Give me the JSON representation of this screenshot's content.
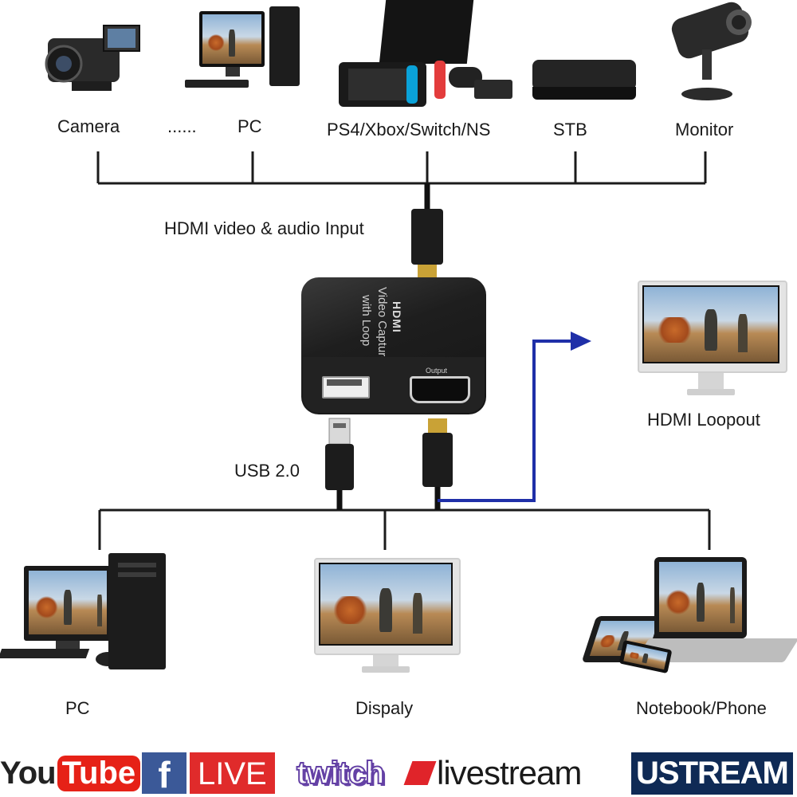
{
  "top_sources": [
    {
      "label": "Camera",
      "icon": "camera-icon"
    },
    {
      "label": "......",
      "icon": ""
    },
    {
      "label": "PC",
      "icon": "pc-icon"
    },
    {
      "label": "PS4/Xbox/Switch/NS",
      "icon": "game-console-icon"
    },
    {
      "label": "STB",
      "icon": "set-top-box-icon"
    },
    {
      "label": "Monitor",
      "icon": "security-camera-icon"
    }
  ],
  "connections": {
    "hdmi_input": "HDMI video & audio Input",
    "usb": "USB 2.0",
    "loopout": "HDMI Loopout"
  },
  "capture_device": {
    "title_line1": "Video Capture",
    "title_line2": "with Loop",
    "brand": "HDMI",
    "port_label": "Output"
  },
  "bottom_outputs": [
    {
      "label": "PC",
      "icon": "desktop-pc-icon"
    },
    {
      "label": "Dispaly",
      "icon": "display-icon"
    },
    {
      "label": "Notebook/Phone",
      "icon": "laptop-phone-icon"
    }
  ],
  "platforms": [
    {
      "name": "YouTube",
      "part1": "You",
      "part2": "Tube"
    },
    {
      "name": "Facebook Live",
      "part1": "f",
      "part2": "LIVE"
    },
    {
      "name": "Twitch",
      "part1": "twitch"
    },
    {
      "name": "livestream",
      "part1": "livestream"
    },
    {
      "name": "USTREAM",
      "part1": "USTREAM"
    }
  ],
  "colors": {
    "line": "#1b1b1b",
    "loop_line": "#1f2fa8",
    "device_body": "#1e1e1e",
    "youtube_red": "#e62117",
    "facebook_blue": "#3b5998",
    "twitch_purple": "#6441a5",
    "ustream_navy": "#0f2a55"
  }
}
